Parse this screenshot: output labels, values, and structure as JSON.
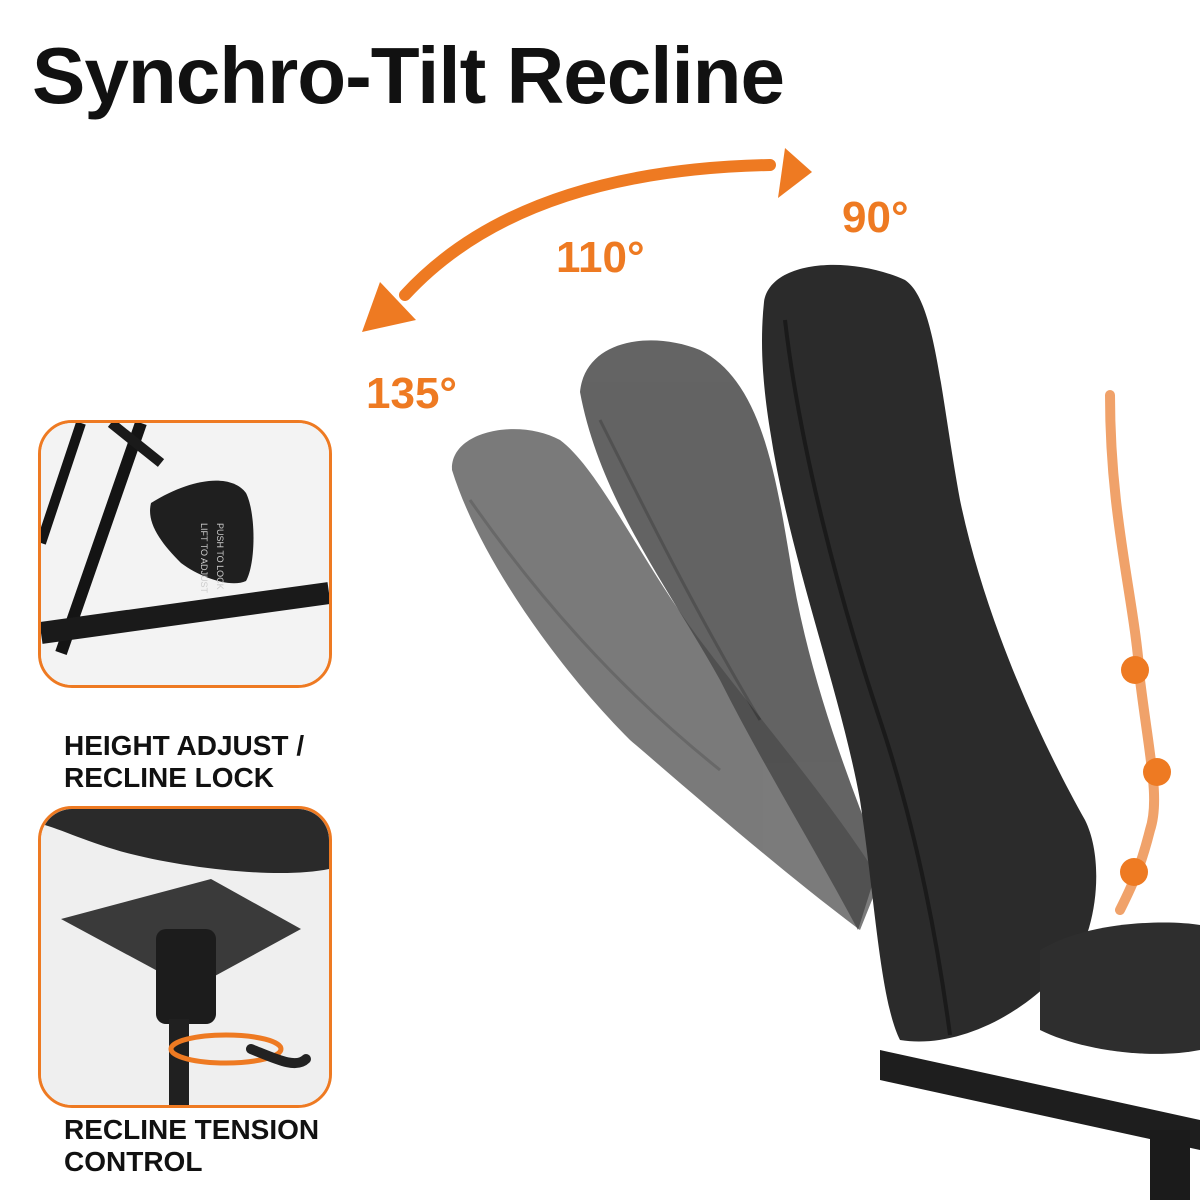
{
  "title": "Synchro-Tilt Recline",
  "accent_color": "#ee7a22",
  "angles": {
    "upright": "90°",
    "mid": "110°",
    "full": "135°"
  },
  "features": [
    {
      "icon": "height-adjust-lever-icon",
      "caption_lines": [
        "HEIGHT ADJUST /",
        "RECLINE LOCK"
      ],
      "lever_text": [
        "LIFT TO ADJUST",
        "PUSH TO LOCK"
      ]
    },
    {
      "icon": "tension-knob-icon",
      "caption_lines": [
        "RECLINE TENSION",
        "CONTROL"
      ]
    }
  ]
}
